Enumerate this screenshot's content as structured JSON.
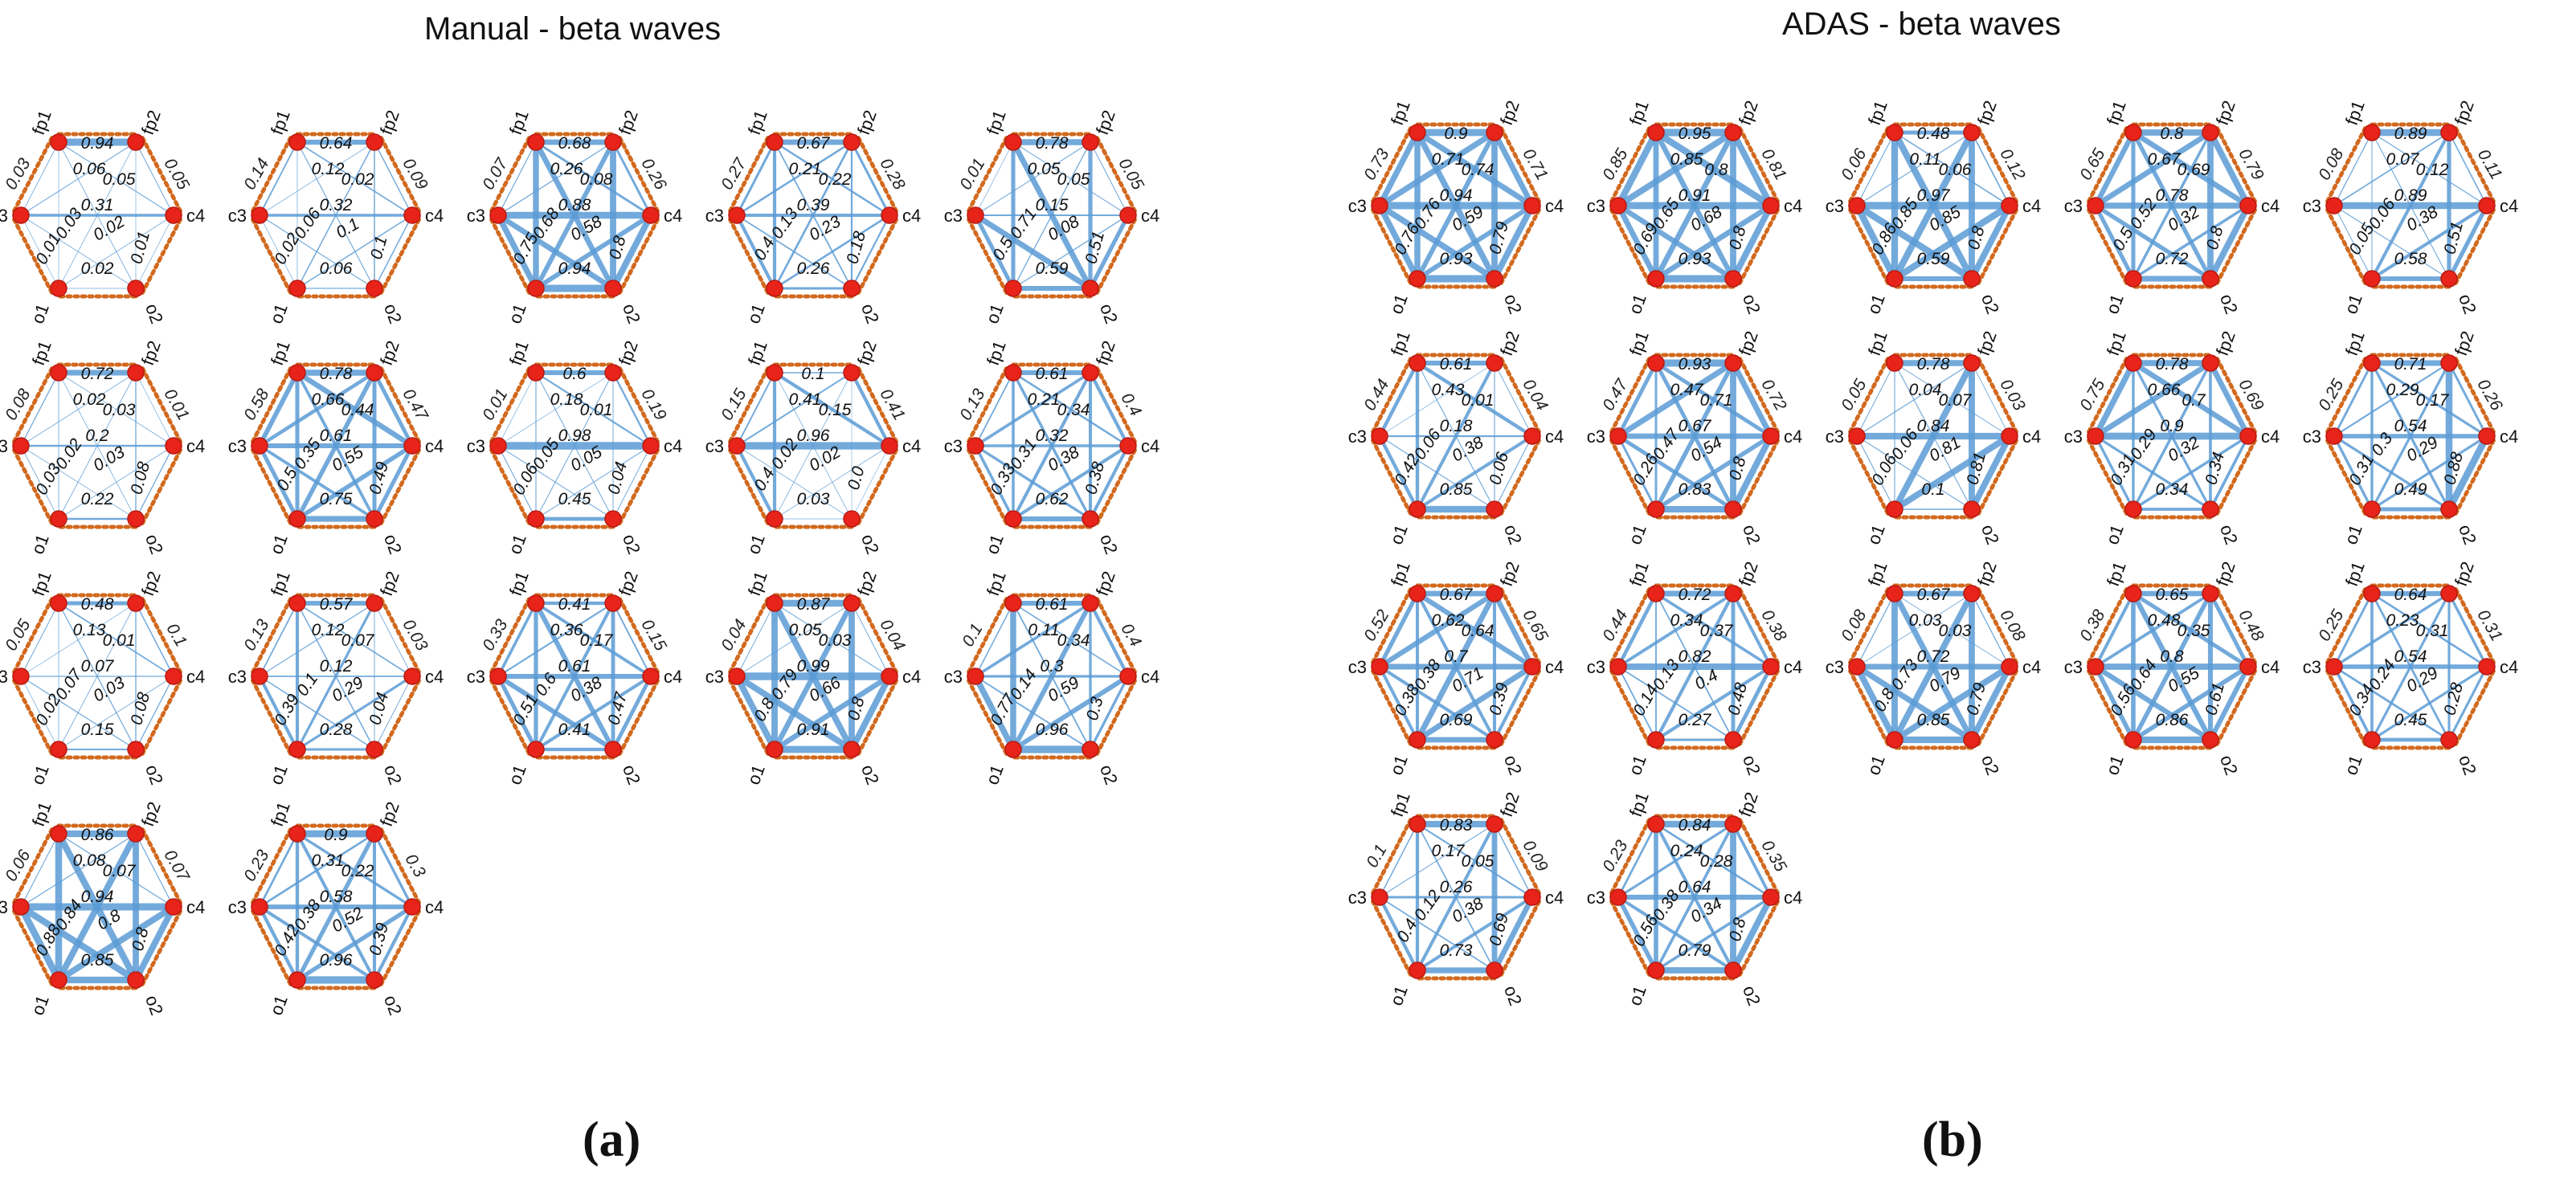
{
  "panels": [
    {
      "title": "Manual - beta waves",
      "sub_label": "(a)",
      "graphs": [
        {
          "top": "0.94",
          "ul": "0.03",
          "ur": "0.05",
          "i1": "0.06",
          "i2": "0.05",
          "i3": "0.31",
          "i4": "0.03",
          "i5": "0.02",
          "bottom": "0.02",
          "bl": "0.01",
          "br": "0.01"
        },
        {
          "top": "0.64",
          "ul": "0.14",
          "ur": "0.09",
          "i1": "0.12",
          "i2": "0.02",
          "i3": "0.32",
          "i4": "0.06",
          "i5": "0.1",
          "bottom": "0.06",
          "bl": "0.02",
          "br": "0.1"
        },
        {
          "top": "0.68",
          "ul": "0.07",
          "ur": "0.26",
          "i1": "0.26",
          "i2": "0.08",
          "i3": "0.88",
          "i4": "0.68",
          "i5": "0.58",
          "bottom": "0.94",
          "bl": "0.75",
          "br": "0.8"
        },
        {
          "top": "0.67",
          "ul": "0.27",
          "ur": "0.28",
          "i1": "0.21",
          "i2": "0.22",
          "i3": "0.39",
          "i4": "0.13",
          "i5": "0.23",
          "bottom": "0.26",
          "bl": "0.4",
          "br": "0.18"
        },
        {
          "top": "0.78",
          "ul": "0.01",
          "ur": "0.05",
          "i1": "0.05",
          "i2": "0.05",
          "i3": "0.15",
          "i4": "0.71",
          "i5": "0.08",
          "bottom": "0.59",
          "bl": "0.5",
          "br": "0.51"
        },
        {
          "top": "0.72",
          "ul": "0.08",
          "ur": "0.01",
          "i1": "0.02",
          "i2": "0.03",
          "i3": "0.2",
          "i4": "0.02",
          "i5": "0.03",
          "bottom": "0.22",
          "bl": "0.03",
          "br": "0.08"
        },
        {
          "top": "0.78",
          "ul": "0.58",
          "ur": "0.47",
          "i1": "0.66",
          "i2": "0.44",
          "i3": "0.61",
          "i4": "0.35",
          "i5": "0.55",
          "bottom": "0.75",
          "bl": "0.5",
          "br": "0.49"
        },
        {
          "top": "0.6",
          "ul": "0.01",
          "ur": "0.19",
          "i1": "0.18",
          "i2": "0.01",
          "i3": "0.98",
          "i4": "0.05",
          "i5": "0.05",
          "bottom": "0.45",
          "bl": "0.06",
          "br": "0.04"
        },
        {
          "top": "0.1",
          "ul": "0.15",
          "ur": "0.41",
          "i1": "0.41",
          "i2": "0.15",
          "i3": "0.96",
          "i4": "0.02",
          "i5": "0.02",
          "bottom": "0.03",
          "bl": "0.4",
          "br": "0.0"
        },
        {
          "top": "0.61",
          "ul": "0.13",
          "ur": "0.4",
          "i1": "0.21",
          "i2": "0.34",
          "i3": "0.32",
          "i4": "0.31",
          "i5": "0.38",
          "bottom": "0.62",
          "bl": "0.33",
          "br": "0.38"
        },
        {
          "top": "0.48",
          "ul": "0.05",
          "ur": "0.1",
          "i1": "0.13",
          "i2": "0.01",
          "i3": "0.07",
          "i4": "0.07",
          "i5": "0.03",
          "bottom": "0.15",
          "bl": "0.02",
          "br": "0.08"
        },
        {
          "top": "0.57",
          "ul": "0.13",
          "ur": "0.03",
          "i1": "0.12",
          "i2": "0.07",
          "i3": "0.12",
          "i4": "0.1",
          "i5": "0.29",
          "bottom": "0.28",
          "bl": "0.39",
          "br": "0.04"
        },
        {
          "top": "0.41",
          "ul": "0.33",
          "ur": "0.15",
          "i1": "0.36",
          "i2": "0.17",
          "i3": "0.61",
          "i4": "0.6",
          "i5": "0.38",
          "bottom": "0.41",
          "bl": "0.51",
          "br": "0.47"
        },
        {
          "top": "0.87",
          "ul": "0.04",
          "ur": "0.04",
          "i1": "0.05",
          "i2": "0.03",
          "i3": "0.99",
          "i4": "0.79",
          "i5": "0.66",
          "bottom": "0.91",
          "bl": "0.8",
          "br": "0.8"
        },
        {
          "top": "0.61",
          "ul": "0.1",
          "ur": "0.4",
          "i1": "0.11",
          "i2": "0.34",
          "i3": "0.3",
          "i4": "0.14",
          "i5": "0.59",
          "bottom": "0.96",
          "bl": "0.77",
          "br": "0.3"
        },
        {
          "top": "0.86",
          "ul": "0.06",
          "ur": "0.07",
          "i1": "0.08",
          "i2": "0.07",
          "i3": "0.94",
          "i4": "0.84",
          "i5": "0.8",
          "bottom": "0.85",
          "bl": "0.88",
          "br": "0.8"
        },
        {
          "top": "0.9",
          "ul": "0.23",
          "ur": "0.3",
          "i1": "0.31",
          "i2": "0.22",
          "i3": "0.58",
          "i4": "0.38",
          "i5": "0.52",
          "bottom": "0.96",
          "bl": "0.42",
          "br": "0.39"
        }
      ]
    },
    {
      "title": "ADAS - beta waves",
      "sub_label": "(b)",
      "graphs": [
        {
          "top": "0.9",
          "ul": "0.73",
          "ur": "0.71",
          "i1": "0.71",
          "i2": "0.74",
          "i3": "0.94",
          "i4": "0.76",
          "i5": "0.59",
          "bottom": "0.93",
          "bl": "0.76",
          "br": "0.79"
        },
        {
          "top": "0.95",
          "ul": "0.85",
          "ur": "0.81",
          "i1": "0.85",
          "i2": "0.8",
          "i3": "0.91",
          "i4": "0.65",
          "i5": "0.68",
          "bottom": "0.93",
          "bl": "0.69",
          "br": "0.8"
        },
        {
          "top": "0.48",
          "ul": "0.06",
          "ur": "0.12",
          "i1": "0.11",
          "i2": "0.06",
          "i3": "0.97",
          "i4": "0.85",
          "i5": "0.85",
          "bottom": "0.59",
          "bl": "0.86",
          "br": "0.8"
        },
        {
          "top": "0.8",
          "ul": "0.65",
          "ur": "0.79",
          "i1": "0.67",
          "i2": "0.69",
          "i3": "0.78",
          "i4": "0.52",
          "i5": "0.32",
          "bottom": "0.72",
          "bl": "0.5",
          "br": "0.8"
        },
        {
          "top": "0.89",
          "ul": "0.08",
          "ur": "0.11",
          "i1": "0.07",
          "i2": "0.12",
          "i3": "0.89",
          "i4": "0.06",
          "i5": "0.38",
          "bottom": "0.58",
          "bl": "0.05",
          "br": "0.51"
        },
        {
          "top": "0.61",
          "ul": "0.44",
          "ur": "0.04",
          "i1": "0.43",
          "i2": "0.01",
          "i3": "0.18",
          "i4": "0.06",
          "i5": "0.38",
          "bottom": "0.85",
          "bl": "0.42",
          "br": "0.06"
        },
        {
          "top": "0.93",
          "ul": "0.47",
          "ur": "0.72",
          "i1": "0.47",
          "i2": "0.71",
          "i3": "0.67",
          "i4": "0.47",
          "i5": "0.54",
          "bottom": "0.83",
          "bl": "0.26",
          "br": "0.8"
        },
        {
          "top": "0.78",
          "ul": "0.05",
          "ur": "0.03",
          "i1": "0.04",
          "i2": "0.07",
          "i3": "0.84",
          "i4": "0.06",
          "i5": "0.81",
          "bottom": "0.1",
          "bl": "0.06",
          "br": "0.81"
        },
        {
          "top": "0.78",
          "ul": "0.75",
          "ur": "0.69",
          "i1": "0.66",
          "i2": "0.7",
          "i3": "0.9",
          "i4": "0.29",
          "i5": "0.32",
          "bottom": "0.34",
          "bl": "0.31",
          "br": "0.34"
        },
        {
          "top": "0.71",
          "ul": "0.25",
          "ur": "0.26",
          "i1": "0.29",
          "i2": "0.17",
          "i3": "0.54",
          "i4": "0.3",
          "i5": "0.29",
          "bottom": "0.49",
          "bl": "0.31",
          "br": "0.88"
        },
        {
          "top": "0.67",
          "ul": "0.52",
          "ur": "0.65",
          "i1": "0.62",
          "i2": "0.64",
          "i3": "0.7",
          "i4": "0.38",
          "i5": "0.71",
          "bottom": "0.69",
          "bl": "0.38",
          "br": "0.39"
        },
        {
          "top": "0.72",
          "ul": "0.44",
          "ur": "0.38",
          "i1": "0.34",
          "i2": "0.37",
          "i3": "0.82",
          "i4": "0.13",
          "i5": "0.4",
          "bottom": "0.27",
          "bl": "0.14",
          "br": "0.48"
        },
        {
          "top": "0.67",
          "ul": "0.08",
          "ur": "0.08",
          "i1": "0.03",
          "i2": "0.03",
          "i3": "0.72",
          "i4": "0.73",
          "i5": "0.79",
          "bottom": "0.85",
          "bl": "0.8",
          "br": "0.79"
        },
        {
          "top": "0.65",
          "ul": "0.38",
          "ur": "0.48",
          "i1": "0.48",
          "i2": "0.35",
          "i3": "0.8",
          "i4": "0.64",
          "i5": "0.55",
          "bottom": "0.86",
          "bl": "0.56",
          "br": "0.61"
        },
        {
          "top": "0.64",
          "ul": "0.25",
          "ur": "0.31",
          "i1": "0.23",
          "i2": "0.31",
          "i3": "0.54",
          "i4": "0.24",
          "i5": "0.29",
          "bottom": "0.45",
          "bl": "0.34",
          "br": "0.28"
        },
        {
          "top": "0.83",
          "ul": "0.1",
          "ur": "0.09",
          "i1": "0.17",
          "i2": "0.05",
          "i3": "0.26",
          "i4": "0.12",
          "i5": "0.38",
          "bottom": "0.73",
          "bl": "0.4",
          "br": "0.69"
        },
        {
          "top": "0.84",
          "ul": "0.23",
          "ur": "0.35",
          "i1": "0.24",
          "i2": "0.28",
          "i3": "0.64",
          "i4": "0.38",
          "i5": "0.34",
          "bottom": "0.79",
          "bl": "0.56",
          "br": "0.8"
        }
      ]
    }
  ],
  "node_labels": [
    "fp1",
    "fp2",
    "c3",
    "c4",
    "o1",
    "o2"
  ],
  "colors": {
    "edge": "#5b9bd5",
    "node": "#e8241a",
    "ring": "#d2691e"
  }
}
